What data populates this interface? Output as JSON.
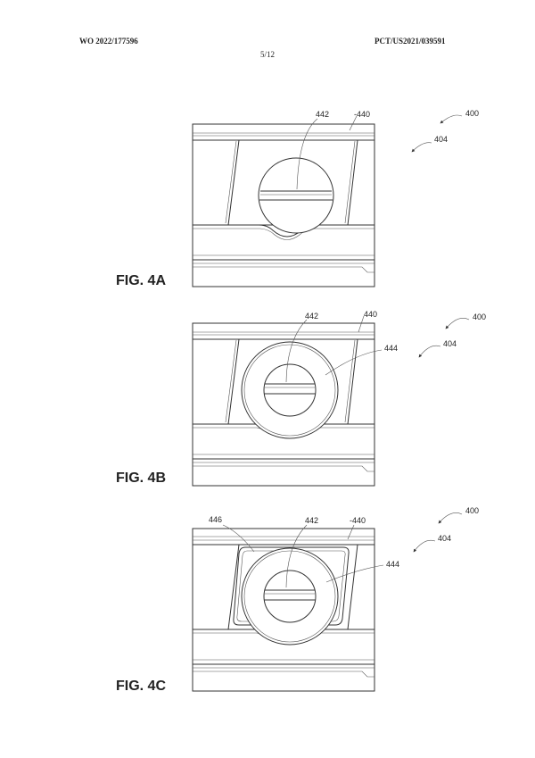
{
  "header": {
    "left": "WO 2022/177596",
    "right": "PCT/US2021/039591",
    "page": "5/12"
  },
  "figures": [
    {
      "label": "FIG. 4A",
      "refs": {
        "r442": "442",
        "r440": "-440",
        "r400": "400",
        "r404": "404"
      }
    },
    {
      "label": "FIG. 4B",
      "refs": {
        "r442": "442",
        "r440": "440",
        "r444": "444",
        "r400": "400",
        "r404": "404"
      }
    },
    {
      "label": "FIG. 4C",
      "refs": {
        "r446": "446",
        "r442": "442",
        "r440": "-440",
        "r444": "444",
        "r400": "400",
        "r404": "404"
      }
    }
  ]
}
